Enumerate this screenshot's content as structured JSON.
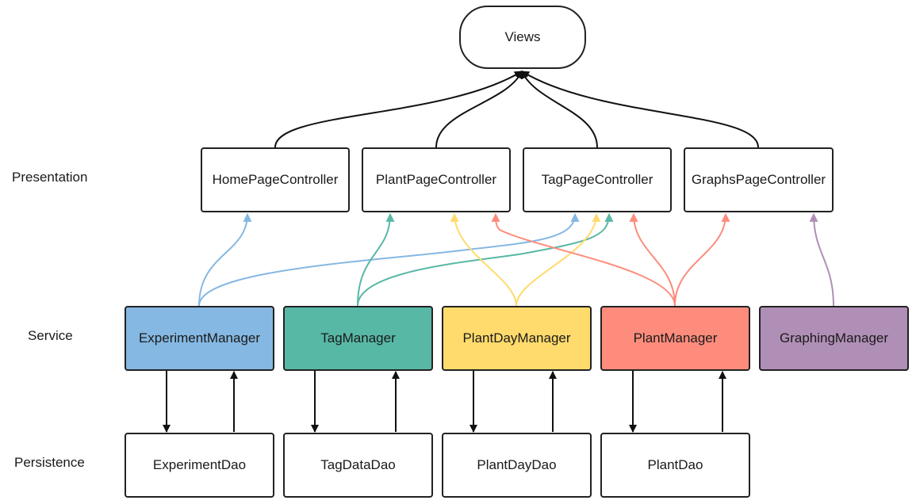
{
  "views": {
    "label": "Views"
  },
  "layers": {
    "presentation": "Presentation",
    "service": "Service",
    "persistence": "Persistence"
  },
  "controllers": [
    {
      "id": "home",
      "label": "HomePageController"
    },
    {
      "id": "plant",
      "label": "PlantPageController"
    },
    {
      "id": "tag",
      "label": "TagPageController"
    },
    {
      "id": "graphs",
      "label": "GraphsPageController"
    }
  ],
  "managers": [
    {
      "id": "experiment",
      "label": "ExperimentManager",
      "color": "#85B8E3"
    },
    {
      "id": "tagm",
      "label": "TagManager",
      "color": "#58B8A6"
    },
    {
      "id": "plantday",
      "label": "PlantDayManager",
      "color": "#FEDB6C"
    },
    {
      "id": "plantm",
      "label": "PlantManager",
      "color": "#FD8C7C"
    },
    {
      "id": "graphing",
      "label": "GraphingManager",
      "color": "#B08FB6"
    }
  ],
  "daos": [
    {
      "id": "experimentdao",
      "label": "ExperimentDao"
    },
    {
      "id": "tagdatadao",
      "label": "TagDataDao"
    },
    {
      "id": "plantdaydao",
      "label": "PlantDayDao"
    },
    {
      "id": "plantdao",
      "label": "PlantDao"
    }
  ]
}
